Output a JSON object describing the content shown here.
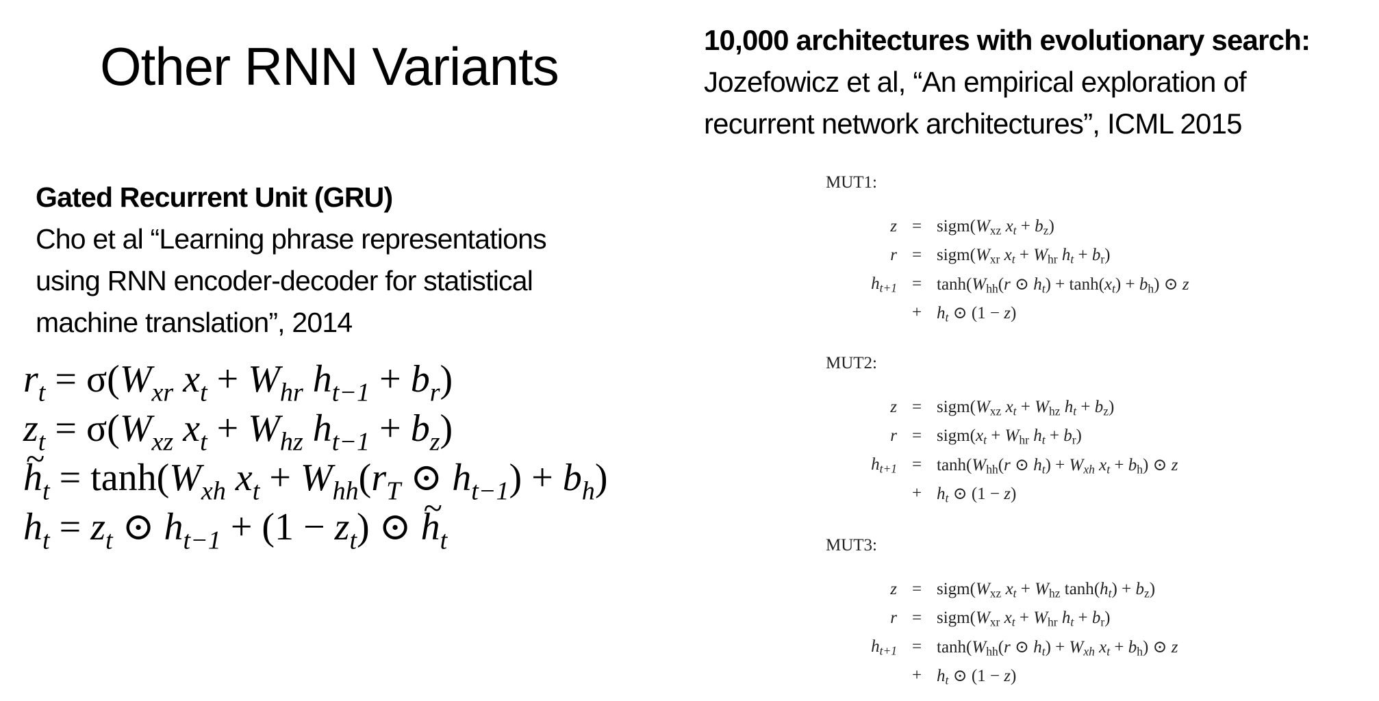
{
  "slide": {
    "title": "Other RNN Variants",
    "reference": {
      "heading": "10,000 architectures with evolutionary search:",
      "lines": [
        "Jozefowicz et al, “An empirical exploration of",
        "recurrent network architectures”, ICML 2015"
      ]
    },
    "gru": {
      "heading": "Gated Recurrent Unit (GRU)",
      "citation_lines": [
        "Cho et al “Learning phrase representations",
        "using RNN encoder-decoder for statistical",
        "machine translation”, 2014"
      ],
      "equations": [
        "r_t = σ(W_xr x_t + W_hr h_{t−1} + b_r)",
        "z_t = σ(W_xz x_t + W_hz h_{t−1} + b_z)",
        "h̃_t = tanh(W_xh x_t + W_hh(r_T ⊙ h_{t−1}) + b_h)",
        "h_t = z_t ⊙ h_{t−1} + (1 − z_t) ⊙ h̃_t"
      ]
    },
    "mutations": [
      {
        "label": "MUT1:",
        "rows": [
          {
            "lhs": "z",
            "op": "=",
            "rhs": "sigm(W_xz x_t + b_z)"
          },
          {
            "lhs": "r",
            "op": "=",
            "rhs": "sigm(W_xr x_t + W_hr h_t + b_r)"
          },
          {
            "lhs": "h_{t+1}",
            "op": "=",
            "rhs": "tanh(W_hh(r ⊙ h_t) + tanh(x_t) + b_h) ⊙ z"
          },
          {
            "lhs": "",
            "op": "+",
            "rhs": "h_t ⊙ (1 − z)"
          }
        ]
      },
      {
        "label": "MUT2:",
        "rows": [
          {
            "lhs": "z",
            "op": "=",
            "rhs": "sigm(W_xz x_t + W_hz h_t + b_z)"
          },
          {
            "lhs": "r",
            "op": "=",
            "rhs": "sigm(x_t + W_hr h_t + b_r)"
          },
          {
            "lhs": "h_{t+1}",
            "op": "=",
            "rhs": "tanh(W_hh(r ⊙ h_t) + W_xh x_t + b_h) ⊙ z"
          },
          {
            "lhs": "",
            "op": "+",
            "rhs": "h_t ⊙ (1 − z)"
          }
        ]
      },
      {
        "label": "MUT3:",
        "rows": [
          {
            "lhs": "z",
            "op": "=",
            "rhs": "sigm(W_xz x_t + W_hz tanh(h_t) + b_z)"
          },
          {
            "lhs": "r",
            "op": "=",
            "rhs": "sigm(W_xr x_t + W_hr h_t + b_r)"
          },
          {
            "lhs": "h_{t+1}",
            "op": "=",
            "rhs": "tanh(W_hh(r ⊙ h_t) + W_xh x_t + b_h) ⊙ z"
          },
          {
            "lhs": "",
            "op": "+",
            "rhs": "h_t ⊙ (1 − z)"
          }
        ]
      }
    ]
  }
}
